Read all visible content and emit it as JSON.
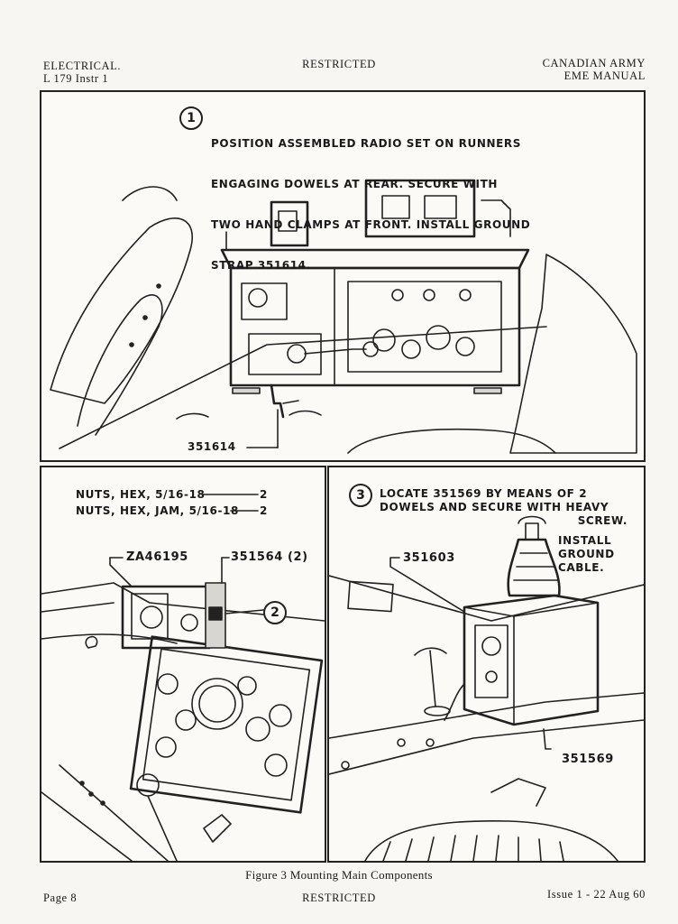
{
  "header": {
    "left_line1": "ELECTRICAL.",
    "left_line2": "L 179 Instr 1",
    "center": "RESTRICTED",
    "right_line1": "CANADIAN ARMY",
    "right_line2": "EME MANUAL"
  },
  "panel1": {
    "step": "1",
    "instruction_lines": [
      "POSITION ASSEMBLED RADIO SET ON RUNNERS",
      "ENGAGING DOWELS AT REAR. SECURE WITH",
      "TWO HAND CLAMPS AT FRONT. INSTALL GROUND",
      "STRAP 351614."
    ],
    "callout": "351614"
  },
  "panel2": {
    "parts_line1_name": "NUTS, HEX, 5/16-18",
    "parts_line1_qty": "2",
    "parts_line2_name": "NUTS, HEX, JAM, 5/16-18",
    "parts_line2_qty": "2",
    "callout_left": "ZA46195",
    "callout_right": "351564 (2)",
    "step": "2"
  },
  "panel3": {
    "step": "3",
    "instruction_line1": "LOCATE 351569 BY MEANS OF 2",
    "instruction_line2": "DOWELS AND SECURE WITH HEAVY",
    "instruction_line3": "SCREW.",
    "install_line1": "INSTALL",
    "install_line2": "GROUND",
    "install_line3": "CABLE.",
    "callout_top": "351603",
    "callout_bottom": "351569"
  },
  "caption": "Figure 3 Mounting Main Components",
  "footer": {
    "page": "Page 8",
    "center": "RESTRICTED",
    "issue": "Issue 1 - 22 Aug 60"
  }
}
